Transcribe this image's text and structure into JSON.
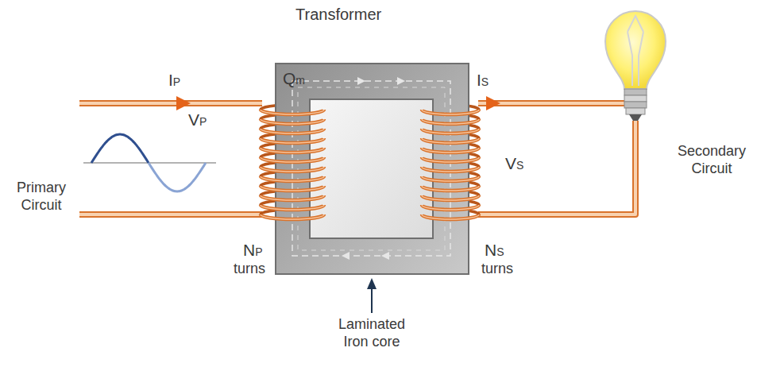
{
  "diagram": {
    "labels": [
      "Transformer",
      "IP",
      "Qm",
      "VP",
      "IS",
      "VS",
      "Primary Circuit",
      "Secondary Circuit",
      "NP",
      "turns",
      "NS",
      "turns",
      "Laminated Iron core"
    ]
  }
}
